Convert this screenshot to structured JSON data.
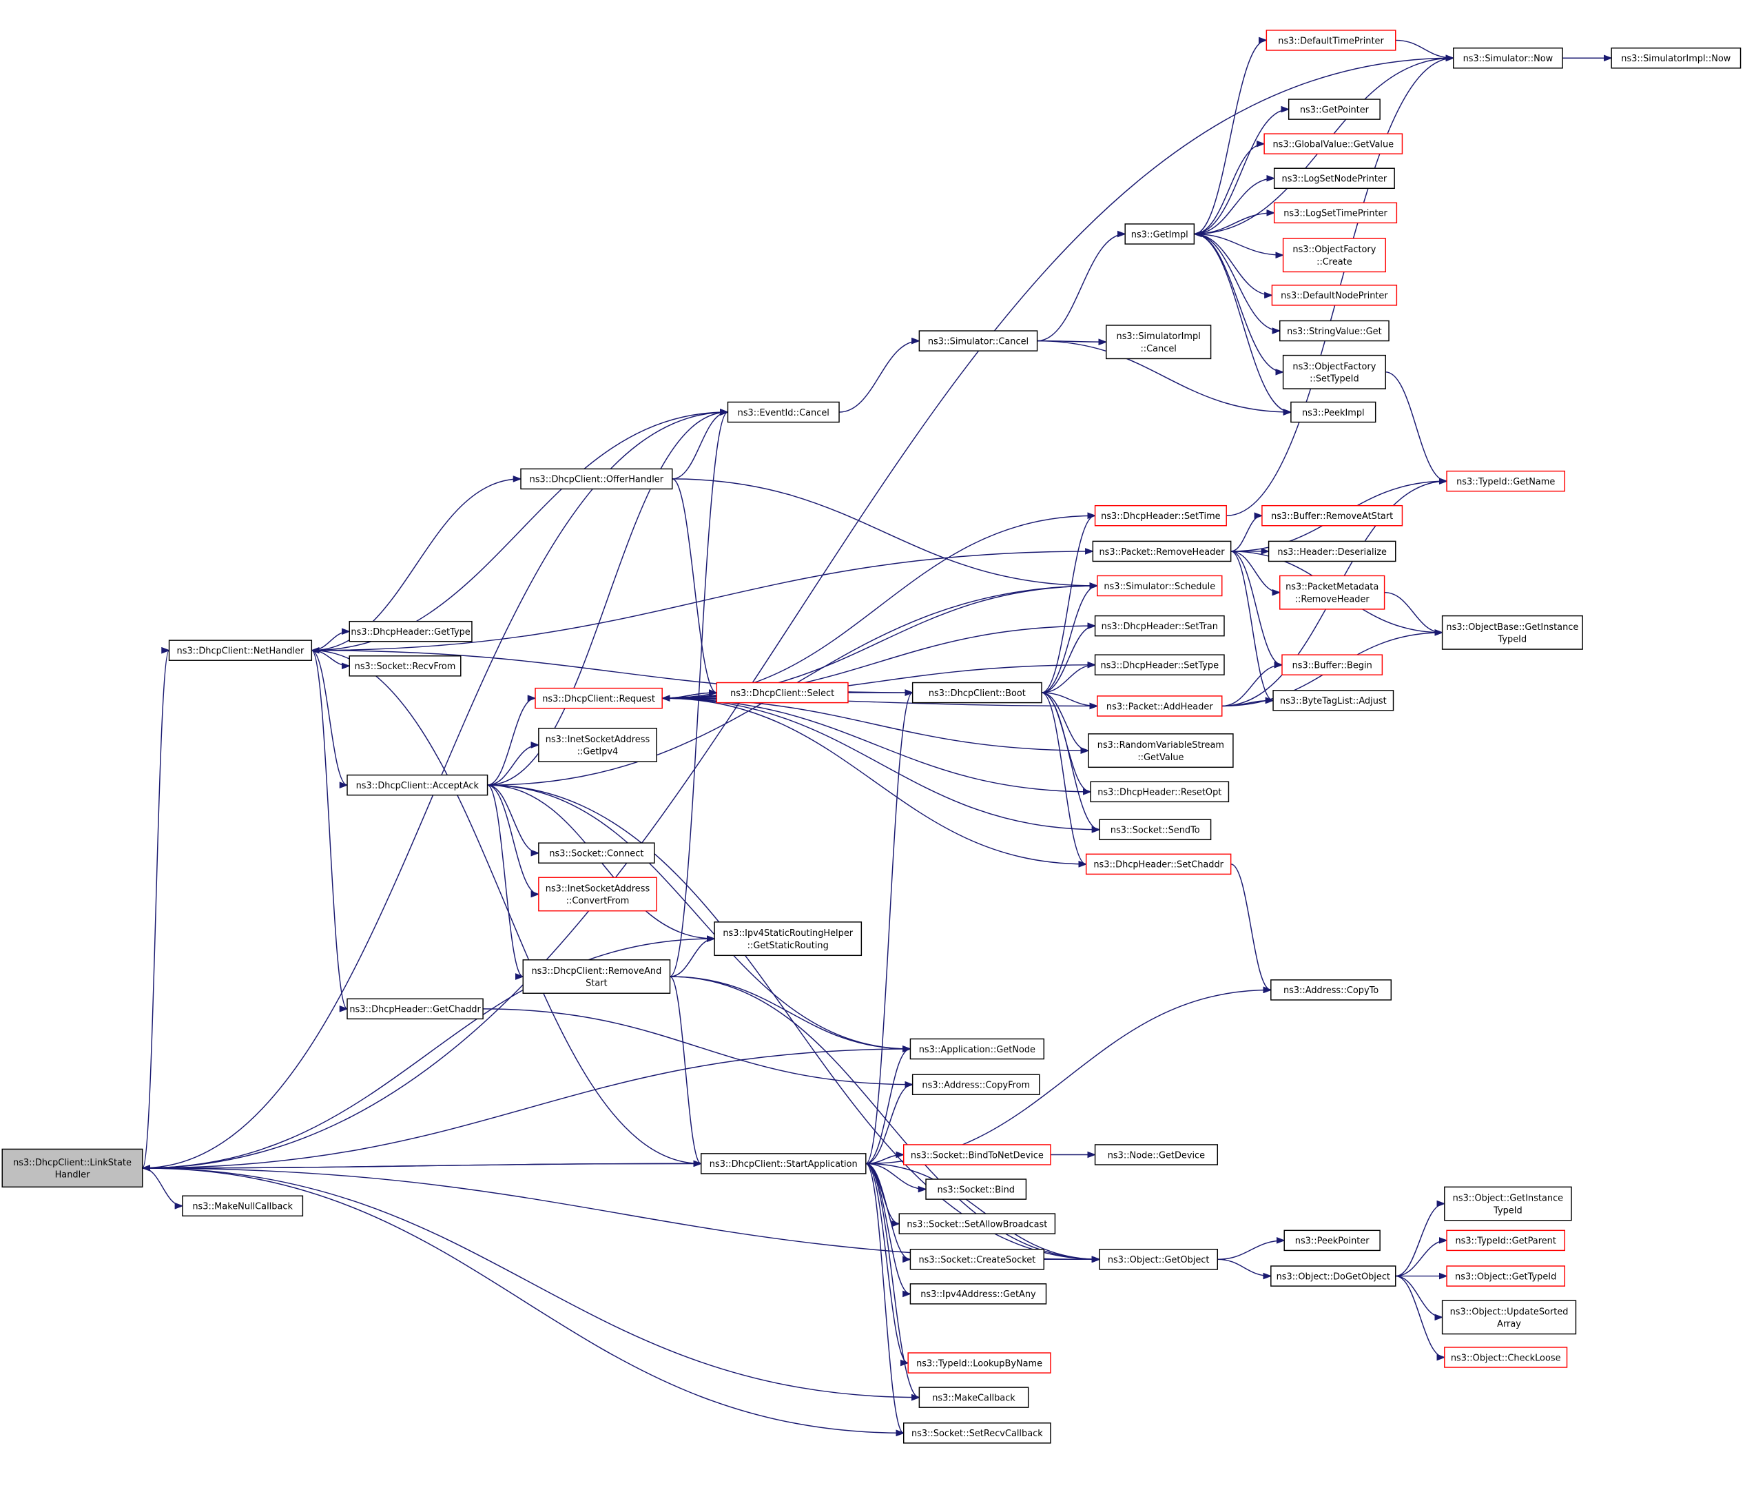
{
  "colors": {
    "edge": "#191970",
    "external_border": "#ff0000",
    "root_fill": "#bfbfbf"
  },
  "nodes": [
    {
      "id": "lsh",
      "label": [
        "ns3::DhcpClient::LinkState",
        "Handler"
      ],
      "kind": "root"
    },
    {
      "id": "mnc",
      "label": [
        "ns3::MakeNullCallback"
      ]
    },
    {
      "id": "neth",
      "label": [
        "ns3::DhcpClient::NetHandler"
      ]
    },
    {
      "id": "gettype",
      "label": [
        "ns3::DhcpHeader::GetType"
      ]
    },
    {
      "id": "recvfrom",
      "label": [
        "ns3::Socket::RecvFrom"
      ]
    },
    {
      "id": "acceptack",
      "label": [
        "ns3::DhcpClient::AcceptAck"
      ]
    },
    {
      "id": "getchaddr",
      "label": [
        "ns3::DhcpHeader::GetChaddr"
      ]
    },
    {
      "id": "offer",
      "label": [
        "ns3::DhcpClient::OfferHandler"
      ]
    },
    {
      "id": "evcancel",
      "label": [
        "ns3::EventId::Cancel"
      ]
    },
    {
      "id": "request",
      "label": [
        "ns3::DhcpClient::Request"
      ],
      "kind": "red"
    },
    {
      "id": "getipv4",
      "label": [
        "ns3::InetSocketAddress",
        "::GetIpv4"
      ]
    },
    {
      "id": "connect",
      "label": [
        "ns3::Socket::Connect"
      ]
    },
    {
      "id": "convfrom",
      "label": [
        "ns3::InetSocketAddress",
        "::ConvertFrom"
      ],
      "kind": "red"
    },
    {
      "id": "ras",
      "label": [
        "ns3::DhcpClient::RemoveAnd",
        "Start"
      ]
    },
    {
      "id": "gsr",
      "label": [
        "ns3::Ipv4StaticRoutingHelper",
        "::GetStaticRouting"
      ]
    },
    {
      "id": "startapp",
      "label": [
        "ns3::DhcpClient::StartApplication"
      ]
    },
    {
      "id": "select",
      "label": [
        "ns3::DhcpClient::Select"
      ],
      "kind": "red"
    },
    {
      "id": "boot",
      "label": [
        "ns3::DhcpClient::Boot"
      ]
    },
    {
      "id": "simcancel",
      "label": [
        "ns3::Simulator::Cancel"
      ]
    },
    {
      "id": "simimplcancel",
      "label": [
        "ns3::SimulatorImpl",
        "::Cancel"
      ]
    },
    {
      "id": "getimpl",
      "label": [
        "ns3::GetImpl"
      ]
    },
    {
      "id": "deftp",
      "label": [
        "ns3::DefaultTimePrinter"
      ],
      "kind": "red"
    },
    {
      "id": "simnow",
      "label": [
        "ns3::Simulator::Now"
      ]
    },
    {
      "id": "simimplnow",
      "label": [
        "ns3::SimulatorImpl::Now"
      ]
    },
    {
      "id": "getpointer",
      "label": [
        "ns3::GetPointer"
      ]
    },
    {
      "id": "gvgetvalue",
      "label": [
        "ns3::GlobalValue::GetValue"
      ],
      "kind": "red"
    },
    {
      "id": "lsnp",
      "label": [
        "ns3::LogSetNodePrinter"
      ]
    },
    {
      "id": "lstp",
      "label": [
        "ns3::LogSetTimePrinter"
      ],
      "kind": "red"
    },
    {
      "id": "ofcreate",
      "label": [
        "ns3::ObjectFactory",
        "::Create"
      ],
      "kind": "red"
    },
    {
      "id": "defnp",
      "label": [
        "ns3::DefaultNodePrinter"
      ],
      "kind": "red"
    },
    {
      "id": "svget",
      "label": [
        "ns3::StringValue::Get"
      ]
    },
    {
      "id": "ofsettypeid",
      "label": [
        "ns3::ObjectFactory",
        "::SetTypeId"
      ]
    },
    {
      "id": "peekimpl",
      "label": [
        "ns3::PeekImpl"
      ]
    },
    {
      "id": "tidgetname",
      "label": [
        "ns3::TypeId::GetName"
      ],
      "kind": "red"
    },
    {
      "id": "settime",
      "label": [
        "ns3::DhcpHeader::SetTime"
      ],
      "kind": "red"
    },
    {
      "id": "removeheader",
      "label": [
        "ns3::Packet::RemoveHeader"
      ]
    },
    {
      "id": "removeatstart",
      "label": [
        "ns3::Buffer::RemoveAtStart"
      ],
      "kind": "red"
    },
    {
      "id": "deserialize",
      "label": [
        "ns3::Header::Deserialize"
      ]
    },
    {
      "id": "pmremove",
      "label": [
        "ns3::PacketMetadata",
        "::RemoveHeader"
      ],
      "kind": "red"
    },
    {
      "id": "obgit",
      "label": [
        "ns3::ObjectBase::GetInstance",
        "TypeId"
      ]
    },
    {
      "id": "schedule",
      "label": [
        "ns3::Simulator::Schedule"
      ],
      "kind": "red"
    },
    {
      "id": "settran",
      "label": [
        "ns3::DhcpHeader::SetTran"
      ]
    },
    {
      "id": "settype",
      "label": [
        "ns3::DhcpHeader::SetType"
      ]
    },
    {
      "id": "bufbegin",
      "label": [
        "ns3::Buffer::Begin"
      ],
      "kind": "red"
    },
    {
      "id": "addheader",
      "label": [
        "ns3::Packet::AddHeader"
      ],
      "kind": "red"
    },
    {
      "id": "btladjust",
      "label": [
        "ns3::ByteTagList::Adjust"
      ]
    },
    {
      "id": "rvsget",
      "label": [
        "ns3::RandomVariableStream",
        "::GetValue"
      ]
    },
    {
      "id": "resetopt",
      "label": [
        "ns3::DhcpHeader::ResetOpt"
      ]
    },
    {
      "id": "sendto",
      "label": [
        "ns3::Socket::SendTo"
      ]
    },
    {
      "id": "setchaddr",
      "label": [
        "ns3::DhcpHeader::SetChaddr"
      ],
      "kind": "red"
    },
    {
      "id": "copyto",
      "label": [
        "ns3::Address::CopyTo"
      ]
    },
    {
      "id": "appgetnode",
      "label": [
        "ns3::Application::GetNode"
      ]
    },
    {
      "id": "copyfrom",
      "label": [
        "ns3::Address::CopyFrom"
      ]
    },
    {
      "id": "bindnd",
      "label": [
        "ns3::Socket::BindToNetDevice"
      ],
      "kind": "red"
    },
    {
      "id": "nodegetdev",
      "label": [
        "ns3::Node::GetDevice"
      ]
    },
    {
      "id": "bind",
      "label": [
        "ns3::Socket::Bind"
      ]
    },
    {
      "id": "setab",
      "label": [
        "ns3::Socket::SetAllowBroadcast"
      ]
    },
    {
      "id": "createsock",
      "label": [
        "ns3::Socket::CreateSocket"
      ]
    },
    {
      "id": "getobject",
      "label": [
        "ns3::Object::GetObject"
      ]
    },
    {
      "id": "getany",
      "label": [
        "ns3::Ipv4Address::GetAny"
      ]
    },
    {
      "id": "lookup",
      "label": [
        "ns3::TypeId::LookupByName"
      ],
      "kind": "red"
    },
    {
      "id": "makecb",
      "label": [
        "ns3::MakeCallback"
      ]
    },
    {
      "id": "setrecvcb",
      "label": [
        "ns3::Socket::SetRecvCallback"
      ]
    },
    {
      "id": "peekptr",
      "label": [
        "ns3::PeekPointer"
      ]
    },
    {
      "id": "dogetobj",
      "label": [
        "ns3::Object::DoGetObject"
      ]
    },
    {
      "id": "objgit",
      "label": [
        "ns3::Object::GetInstance",
        "TypeId"
      ]
    },
    {
      "id": "getparent",
      "label": [
        "ns3::TypeId::GetParent"
      ],
      "kind": "red"
    },
    {
      "id": "objgettypeid",
      "label": [
        "ns3::Object::GetTypeId"
      ],
      "kind": "red"
    },
    {
      "id": "updsorted",
      "label": [
        "ns3::Object::UpdateSorted",
        "Array"
      ]
    },
    {
      "id": "checkloose",
      "label": [
        "ns3::Object::CheckLoose"
      ],
      "kind": "red"
    }
  ],
  "edges": [
    [
      "lsh",
      "simnow"
    ],
    [
      "lsh",
      "evcancel"
    ],
    [
      "lsh",
      "neth"
    ],
    [
      "lsh",
      "gsr"
    ],
    [
      "lsh",
      "appgetnode"
    ],
    [
      "lsh",
      "startapp"
    ],
    [
      "lsh",
      "mnc"
    ],
    [
      "lsh",
      "makecb"
    ],
    [
      "lsh",
      "setrecvcb"
    ],
    [
      "lsh",
      "getobject"
    ],
    [
      "neth",
      "evcancel"
    ],
    [
      "neth",
      "offer"
    ],
    [
      "neth",
      "removeheader"
    ],
    [
      "neth",
      "boot"
    ],
    [
      "neth",
      "gettype"
    ],
    [
      "neth",
      "recvfrom"
    ],
    [
      "neth",
      "acceptack"
    ],
    [
      "neth",
      "getchaddr"
    ],
    [
      "offer",
      "evcancel"
    ],
    [
      "offer",
      "schedule"
    ],
    [
      "offer",
      "select"
    ],
    [
      "acceptack",
      "evcancel"
    ],
    [
      "acceptack",
      "request"
    ],
    [
      "acceptack",
      "getipv4"
    ],
    [
      "acceptack",
      "connect"
    ],
    [
      "acceptack",
      "convfrom"
    ],
    [
      "acceptack",
      "ras"
    ],
    [
      "acceptack",
      "gsr"
    ],
    [
      "acceptack",
      "appgetnode"
    ],
    [
      "acceptack",
      "getobject"
    ],
    [
      "acceptack",
      "schedule"
    ],
    [
      "request",
      "settime"
    ],
    [
      "request",
      "schedule"
    ],
    [
      "request",
      "settran"
    ],
    [
      "request",
      "settype"
    ],
    [
      "request",
      "select"
    ],
    [
      "request",
      "addheader"
    ],
    [
      "request",
      "rvsget"
    ],
    [
      "request",
      "resetopt"
    ],
    [
      "request",
      "sendto"
    ],
    [
      "request",
      "setchaddr"
    ],
    [
      "select",
      "request"
    ],
    [
      "select",
      "boot"
    ],
    [
      "boot",
      "settime"
    ],
    [
      "boot",
      "schedule"
    ],
    [
      "boot",
      "settran"
    ],
    [
      "boot",
      "settype"
    ],
    [
      "boot",
      "addheader"
    ],
    [
      "boot",
      "rvsget"
    ],
    [
      "boot",
      "resetopt"
    ],
    [
      "boot",
      "sendto"
    ],
    [
      "boot",
      "setchaddr"
    ],
    [
      "ras",
      "evcancel"
    ],
    [
      "ras",
      "gsr"
    ],
    [
      "ras",
      "appgetnode"
    ],
    [
      "ras",
      "getobject"
    ],
    [
      "ras",
      "startapp"
    ],
    [
      "startapp",
      "lsh"
    ],
    [
      "startapp",
      "neth"
    ],
    [
      "startapp",
      "boot"
    ],
    [
      "startapp",
      "appgetnode"
    ],
    [
      "startapp",
      "copyfrom"
    ],
    [
      "startapp",
      "copyto"
    ],
    [
      "startapp",
      "bindnd"
    ],
    [
      "startapp",
      "bind"
    ],
    [
      "startapp",
      "setab"
    ],
    [
      "startapp",
      "createsock"
    ],
    [
      "startapp",
      "getany"
    ],
    [
      "startapp",
      "getobject"
    ],
    [
      "startapp",
      "lookup"
    ],
    [
      "startapp",
      "makecb"
    ],
    [
      "startapp",
      "setrecvcb"
    ],
    [
      "getchaddr",
      "copyfrom"
    ],
    [
      "evcancel",
      "simcancel"
    ],
    [
      "simcancel",
      "getimpl"
    ],
    [
      "simcancel",
      "simimplcancel"
    ],
    [
      "simcancel",
      "peekimpl"
    ],
    [
      "getimpl",
      "deftp"
    ],
    [
      "getimpl",
      "getpointer"
    ],
    [
      "getimpl",
      "gvgetvalue"
    ],
    [
      "getimpl",
      "lsnp"
    ],
    [
      "getimpl",
      "lstp"
    ],
    [
      "getimpl",
      "ofcreate"
    ],
    [
      "getimpl",
      "defnp"
    ],
    [
      "getimpl",
      "svget"
    ],
    [
      "getimpl",
      "ofsettypeid"
    ],
    [
      "getimpl",
      "peekimpl"
    ],
    [
      "simnow",
      "getimpl"
    ],
    [
      "simnow",
      "simimplnow"
    ],
    [
      "deftp",
      "simnow"
    ],
    [
      "ofsettypeid",
      "tidgetname"
    ],
    [
      "settime",
      "simnow"
    ],
    [
      "removeheader",
      "tidgetname"
    ],
    [
      "removeheader",
      "removeatstart"
    ],
    [
      "removeheader",
      "deserialize"
    ],
    [
      "removeheader",
      "pmremove"
    ],
    [
      "removeheader",
      "obgit"
    ],
    [
      "removeheader",
      "bufbegin"
    ],
    [
      "removeheader",
      "btladjust"
    ],
    [
      "pmremove",
      "obgit"
    ],
    [
      "addheader",
      "bufbegin"
    ],
    [
      "addheader",
      "btladjust"
    ],
    [
      "addheader",
      "tidgetname"
    ],
    [
      "addheader",
      "obgit"
    ],
    [
      "setchaddr",
      "copyto"
    ],
    [
      "bindnd",
      "nodegetdev"
    ],
    [
      "createsock",
      "getobject"
    ],
    [
      "getobject",
      "peekptr"
    ],
    [
      "getobject",
      "dogetobj"
    ],
    [
      "dogetobj",
      "objgit"
    ],
    [
      "dogetobj",
      "getparent"
    ],
    [
      "dogetobj",
      "objgettypeid"
    ],
    [
      "dogetobj",
      "updsorted"
    ],
    [
      "dogetobj",
      "checkloose"
    ]
  ]
}
